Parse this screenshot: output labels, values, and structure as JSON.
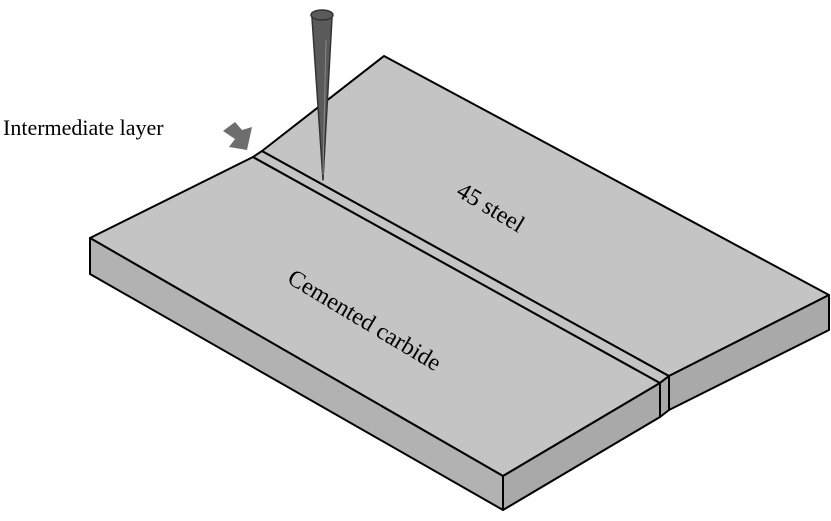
{
  "labels": {
    "intermediate_layer": "Intermediate layer",
    "steel": "45 steel",
    "carbide": "Cemented carbide"
  },
  "colors": {
    "top_face": "#c4c4c4",
    "side_face": "#a9a9a9",
    "front_face": "#b2b2b2",
    "edge": "#000000",
    "arrow": "#6e6e6e",
    "torch": "#5a5a5a"
  },
  "icons": {
    "welding_torch": "welding-torch-icon",
    "pointer_arrow": "arrow-right-icon"
  }
}
